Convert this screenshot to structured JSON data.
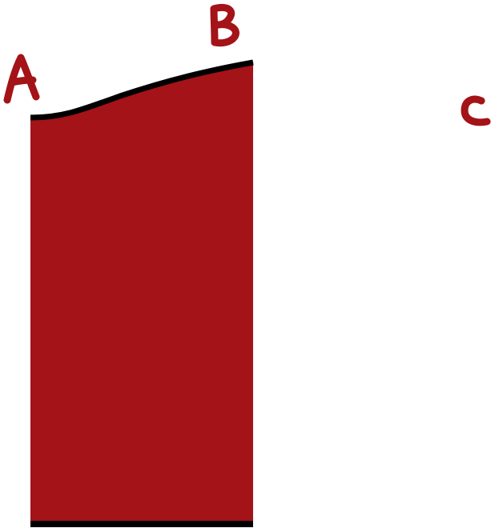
{
  "diagram": {
    "labels": [
      {
        "id": "A",
        "text": "A"
      },
      {
        "id": "B",
        "text": "B"
      },
      {
        "id": "C",
        "text": "C"
      }
    ]
  },
  "colors": {
    "background": "#ffffff",
    "fill": "#a31318",
    "outline": "#000000",
    "label": "#a31318"
  }
}
